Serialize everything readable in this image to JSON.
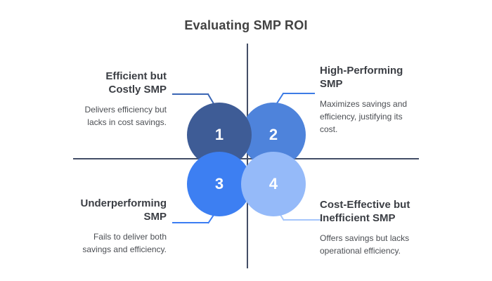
{
  "title": "Evaluating SMP ROI",
  "colors": {
    "background": "#ffffff",
    "title_text": "#424242",
    "heading_text": "#3b3e44",
    "body_text": "#4b4e53",
    "number_text": "#ffffff",
    "axis_line": "#434e66",
    "circle1": "#3e5c96",
    "circle2": "#4e83db",
    "circle3": "#3d7ff2",
    "circle4": "#95baf9",
    "connector_top_left": "#3a66b5",
    "connector_top_right": "#3d7ce6",
    "connector_bottom_left": "#3b7df3",
    "connector_bottom_right": "#a5c6fb"
  },
  "circles": [
    {
      "number": "1"
    },
    {
      "number": "2"
    },
    {
      "number": "3"
    },
    {
      "number": "4"
    }
  ],
  "quadrants": {
    "top_left": {
      "heading": "Efficient but\nCostly SMP",
      "description": "Delivers efficiency but\nlacks in cost savings."
    },
    "top_right": {
      "heading": "High-Performing\nSMP",
      "description": "Maximizes savings and\nefficiency, justifying its\ncost."
    },
    "bottom_left": {
      "heading": "Underperforming\nSMP",
      "description": "Fails to deliver both\nsavings and efficiency."
    },
    "bottom_right": {
      "heading": "Cost-Effective but\nInefficient SMP",
      "description": "Offers savings but lacks\noperational efficiency."
    }
  }
}
